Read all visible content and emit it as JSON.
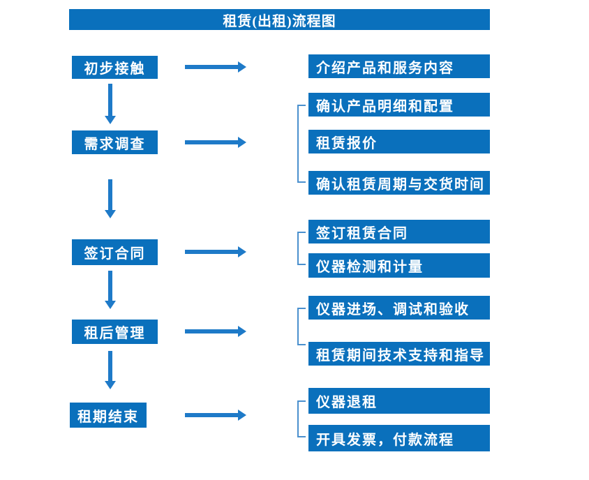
{
  "title": "租赁(出租)流程图",
  "colors": {
    "primary_blue": "#0a70bc",
    "arrow_blue": "#1e7ac8",
    "bracket_blue": "#4a90ce",
    "text_white": "#ffffff"
  },
  "groups": [
    {
      "left": "初步接触",
      "right": [
        "介绍产品和服务内容"
      ]
    },
    {
      "left": "需求调查",
      "right": [
        "确认产品明细和配置",
        "租赁报价",
        "确认租赁周期与交货时间"
      ]
    },
    {
      "left": "签订合同",
      "right": [
        "签订租赁合同",
        "仪器检测和计量"
      ]
    },
    {
      "left": "租后管理",
      "right": [
        "仪器进场、调试和验收",
        "租赁期间技术支持和指导"
      ]
    },
    {
      "left": "租期结束",
      "right": [
        "仪器退租",
        "开具发票，付款流程"
      ]
    }
  ]
}
